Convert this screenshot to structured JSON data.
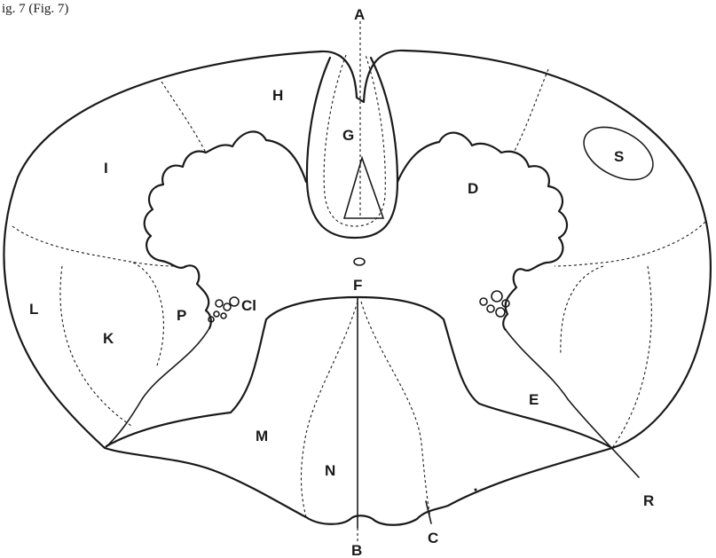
{
  "caption": "ig. 7 (Fig. 7)",
  "labels": {
    "A": "A",
    "B": "B",
    "C": "C",
    "D": "D",
    "E": "E",
    "F": "F",
    "G": "G",
    "H": "H",
    "I": "I",
    "K": "K",
    "L": "L",
    "M": "M",
    "N": "N",
    "P": "P",
    "R": "R",
    "S": "S",
    "Cl": "Cl"
  }
}
